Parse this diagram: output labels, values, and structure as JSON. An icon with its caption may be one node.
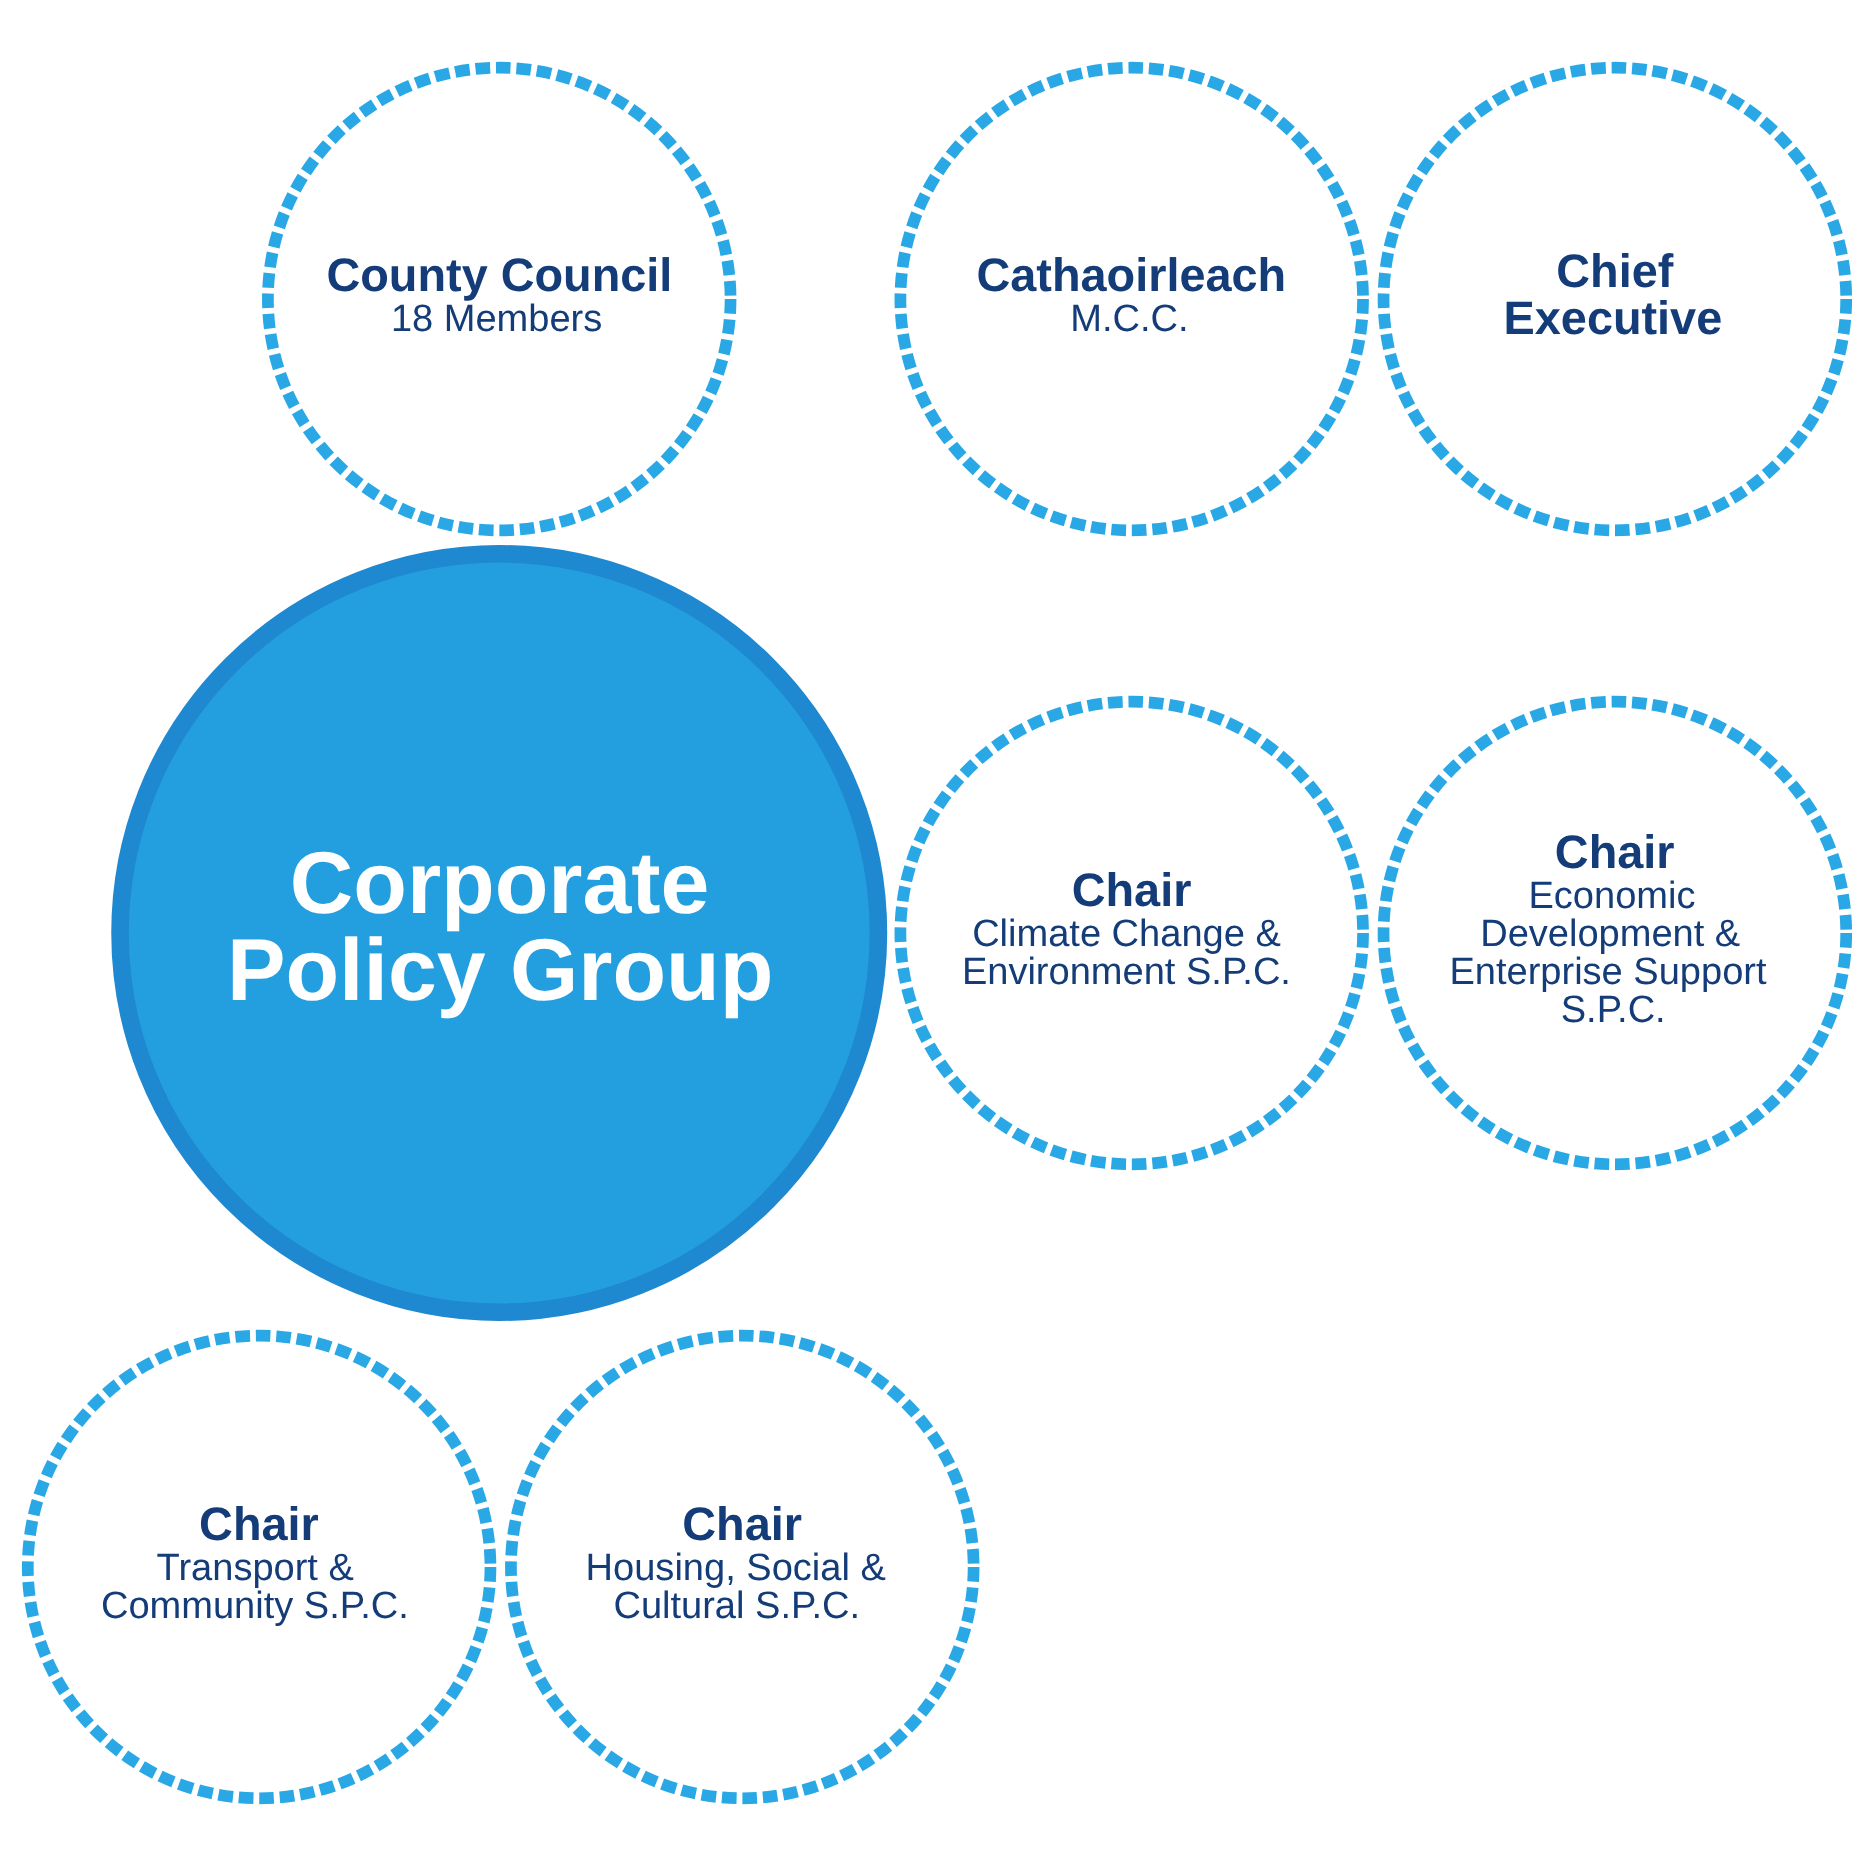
{
  "diagram": {
    "nodes": [
      {
        "text": [
          "County Council",
          "18 Members"
        ]
      },
      {
        "text": [
          "Cathaoirleach",
          "M.C.C."
        ]
      },
      {
        "text": [
          "Chief Executive"
        ]
      },
      {
        "text": [
          "Corporate Policy Group"
        ]
      },
      {
        "text": [
          "Chair",
          "Climate Change & Environment S.P.C."
        ]
      },
      {
        "text": [
          "Chair",
          "Economic Development & Enterprise Support S.P.C."
        ]
      },
      {
        "text": [
          "Chair",
          "Transport & Community S.P.C."
        ]
      },
      {
        "text": [
          "Chair",
          "Housing, Social & Cultural S.P.C."
        ]
      }
    ]
  }
}
